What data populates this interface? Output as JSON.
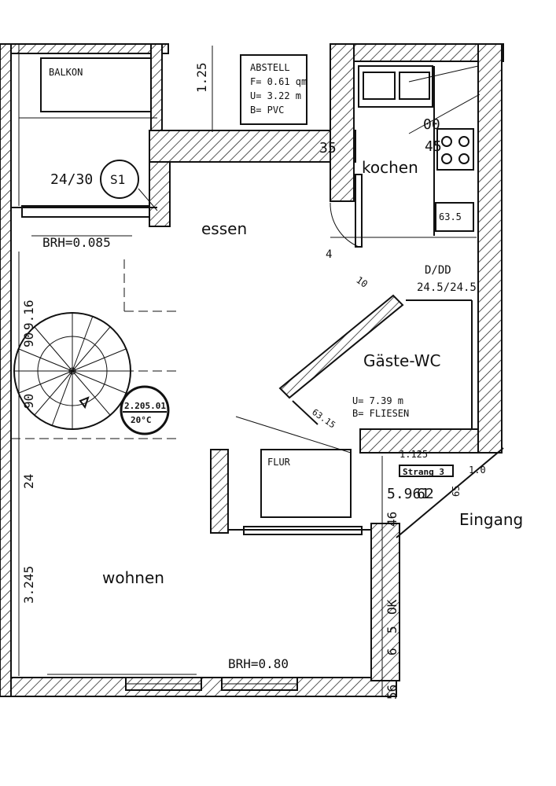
{
  "rooms": {
    "balkon": "BALKON",
    "essen": "essen",
    "kochen": "kochen",
    "gaeste_wc": "Gäste-WC",
    "flur": "FLUR",
    "wohnen": "wohnen",
    "eingang": "Eingang"
  },
  "abstell_box": {
    "title": "ABSTELL",
    "f": "F= 0.61 qm",
    "u": "U= 3.22 m",
    "b": "B= PVC"
  },
  "annotations": {
    "dim_125": "1.25",
    "dim_2430": "24/30",
    "s1": "S1",
    "brh_top": "BRH=0.085",
    "dim_916": "9.16",
    "dim_90a": "90",
    "dim_90b": "90",
    "temp_line1": "2.205.01",
    "temp_line2": "20°C",
    "dim_24": "24",
    "dim_3245": "3.245",
    "brh_bottom": "BRH=0.80",
    "dim_35": "35",
    "dim_00": "00",
    "dim_45": "45",
    "dim_635": "63.5",
    "dim_4": "4",
    "d_dd": "D/DD",
    "d_dd_val": "24.5/24.5",
    "dim_10": "10",
    "wc_u": "U= 7.39 m",
    "wc_b": "B= FLIESEN",
    "dim_6315": "63.15",
    "dim_1125": "1.125",
    "strang": "Strang 3",
    "dim_10b": "1.0",
    "dim_961": "5.961",
    "dim_62": "62",
    "dim_65": "65",
    "dim_46": "46",
    "dim_ok": "OK",
    "dim_5": "5",
    "dim_6": "6",
    "dim_56": "56"
  }
}
